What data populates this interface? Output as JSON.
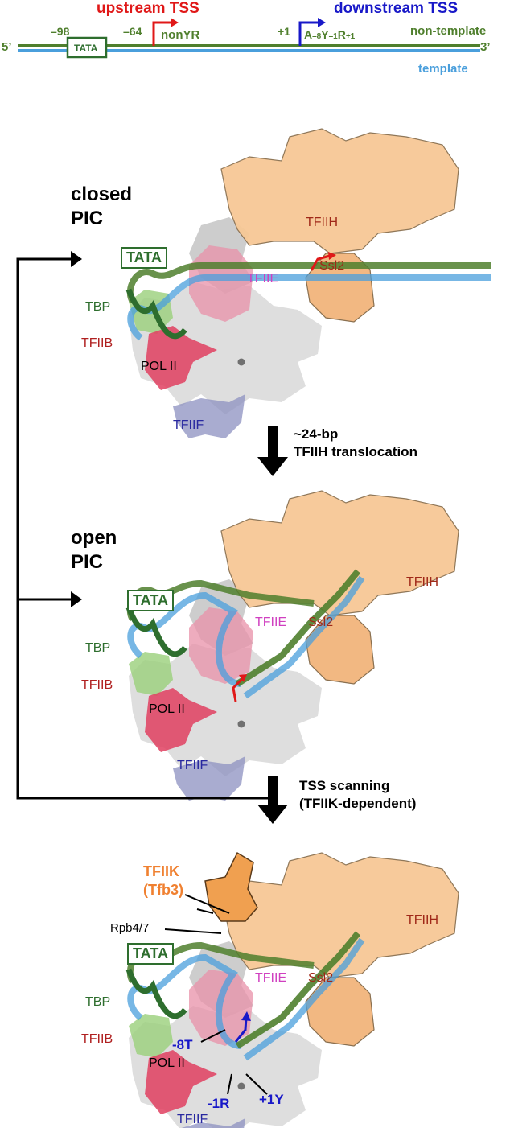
{
  "header": {
    "five_prime": "5’",
    "three_prime": "3’",
    "upstream_tss": "upstream TSS",
    "downstream_tss": "downstream TSS",
    "pos_98": "–98",
    "pos_64": "–64",
    "pos_1": "+1",
    "tata_box": "TATA",
    "nonyr": "nonYR",
    "motif_a": "A",
    "motif_a_sub": "–8",
    "motif_y": "Y",
    "motif_y_sub": "–1",
    "motif_r": "R",
    "motif_r_sub": "+1",
    "non_template": "non-template",
    "template": "template"
  },
  "panels": [
    {
      "state_line1": "closed",
      "state_line2": "PIC",
      "tata": "TATA",
      "tfiih": "TFIIH",
      "ssl2": "Ssl2",
      "tfiie": "TFIIE",
      "tbp": "TBP",
      "tfiib": "TFIIB",
      "pol2": "POL II",
      "tfiif": "TFIIF"
    },
    {
      "state_line1": "open",
      "state_line2": "PIC",
      "tata": "TATA",
      "tfiih": "TFIIH",
      "ssl2": "Ssl2",
      "tfiie": "TFIIE",
      "tbp": "TBP",
      "tfiib": "TFIIB",
      "pol2": "POL II",
      "tfiif": "TFIIF"
    },
    {
      "tfiik_line1": "TFIIK",
      "tfiik_line2": "(Tfb3)",
      "rpb47": "Rpb4/7",
      "tata": "TATA",
      "tfiih": "TFIIH",
      "ssl2": "Ssl2",
      "tfiie": "TFIIE",
      "tbp": "TBP",
      "tfiib": "TFIIB",
      "pol2": "POL II",
      "tfiif": "TFIIF",
      "m8t": "-8T",
      "m1r": "-1R",
      "p1y": "+1Y"
    }
  ],
  "transitions": [
    {
      "line1": "~24-bp",
      "line2": "TFIIH translocation"
    },
    {
      "line1": "TSS scanning",
      "line2": "(TFIIK-dependent)"
    }
  ],
  "colors": {
    "dna_green": "#4f7f2d",
    "dna_blue": "#4a9fdc",
    "tss_red": "#e01818",
    "tss_blue": "#1818c8",
    "tfiih_fill": "#f7c896",
    "tfiik_fill": "#f0a050",
    "tfiie_text": "#d040c0",
    "tfiib_text": "#b02020",
    "tfiif_text": "#2828a0",
    "tfiih_text": "#a02818"
  }
}
